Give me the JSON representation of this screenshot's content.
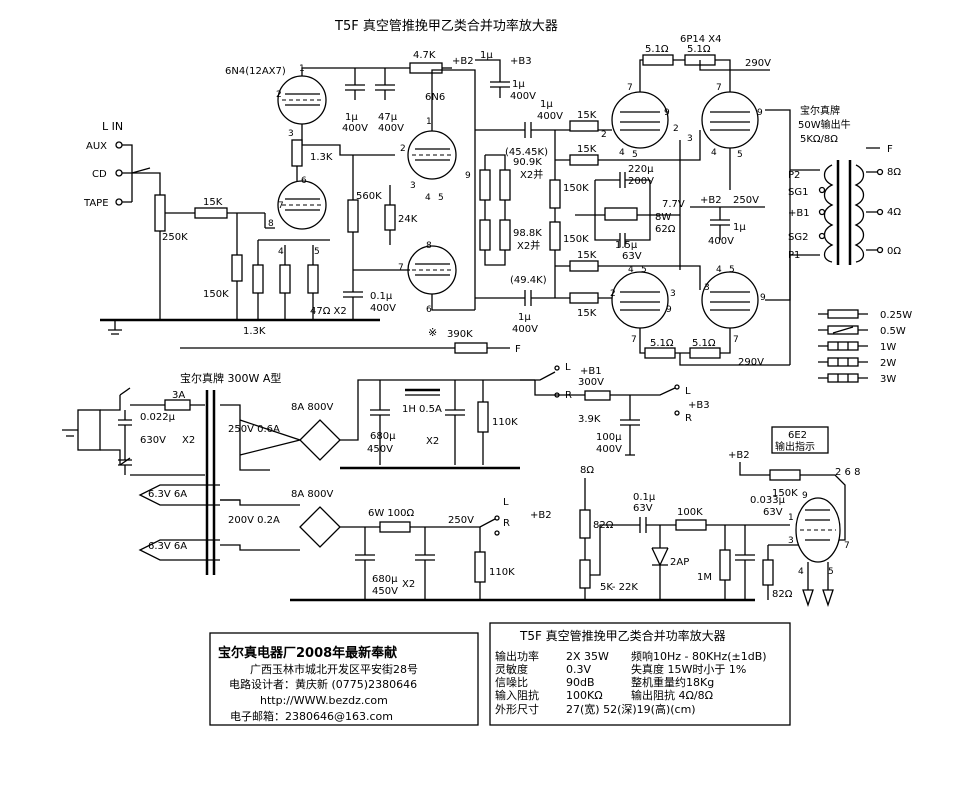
{
  "title": "T5F  真空管推挽甲乙类合并功率放大器",
  "input": {
    "label": "L IN",
    "sources": [
      "AUX",
      "CD",
      "TAPE"
    ],
    "volume_pot": "250K",
    "series_resistor": "15K"
  },
  "preamp": {
    "tube1": "6N4(12AX7)",
    "tube2": "6N6",
    "r_plate": "4.7K",
    "b2": "+B2",
    "b3": "+B3",
    "cap1": "1μ",
    "cap1v": "400V",
    "cap2": "47μ",
    "cap2v": "400V",
    "cap3": "1μ",
    "cap3v": "400V",
    "r13k": "1.3K",
    "r560k": "560K",
    "r24k": "24K",
    "r150k": "150K",
    "r13k_b": "1.3K",
    "r47": "47Ω X2",
    "c01": "0.1μ",
    "c01v": "400V",
    "fb_r": "390K",
    "fb_f": "F",
    "fb_mark": "※"
  },
  "phase": {
    "c_top": "1μ",
    "c_topv": "400V",
    "c_bot": "1μ",
    "c_botv": "400V",
    "r_top": "(45.45K)",
    "r_top2": "90.9K",
    "r_top3": "X2并",
    "r_bot": "98.8K",
    "r_bot2": "X2并",
    "r_bot3": "(49.4K)",
    "r150a": "150K",
    "r150b": "150K"
  },
  "output": {
    "tubes": "6P14 X4",
    "r51": [
      "5.1Ω",
      "5.1Ω",
      "5.1Ω",
      "5.1Ω"
    ],
    "v290a": "290V",
    "v290b": "290V",
    "r15k": [
      "15K",
      "15K",
      "15K",
      "15K"
    ],
    "c220": "220μ",
    "c220v": "200V",
    "v77": "7.7V",
    "r62": "8W",
    "r62b": "62Ω",
    "c15": "1.5μ",
    "c15v": "63V",
    "b2": "+B2",
    "v250": "250V",
    "c1u": "1μ",
    "c1uv": "400V",
    "pins": [
      "1",
      "2",
      "3",
      "4",
      "5",
      "6",
      "7",
      "8",
      "9"
    ]
  },
  "transformer_out": {
    "brand": "宝尔真牌",
    "spec": "50W输出牛",
    "imp": "5KΩ/8Ω",
    "taps_left": [
      "P2",
      "SG1",
      "+B1",
      "SG2",
      "P1"
    ],
    "taps_right": [
      "F",
      "8Ω",
      "4Ω",
      "0Ω"
    ]
  },
  "legend": [
    "0.25W",
    "0.5W",
    "1W",
    "2W",
    "3W"
  ],
  "psu": {
    "brand": "宝尔真牌 300W A型",
    "fuse": "3A",
    "cap_ac": "0.022μ",
    "cap_acv": "630V",
    "cap_acx": "X2",
    "sec1": "250V 0.6A",
    "bridge1": "8A 800V",
    "choke": "1H 0.5A",
    "c680a": "680μ",
    "c680av": "450V",
    "c680ax": "X2",
    "r110a": "110K",
    "b1": "+B1",
    "b1v": "300V",
    "l": "L",
    "r": "R",
    "r39": "3.9K",
    "b3": "+B3",
    "c100": "100μ",
    "c100v": "400V",
    "fil1": "6.3V 6A",
    "fil2": "6.3V 6A",
    "sec2": "200V 0.2A",
    "bridge2": "8A 800V",
    "r100": "6W 100Ω",
    "v250": "250V",
    "b2": "+B2",
    "c680b": "680μ",
    "c680bv": "450V",
    "c680bx": "X2",
    "r110b": "110K"
  },
  "indicator": {
    "tube": "6E2",
    "label": "输出指示",
    "b2": "+B2",
    "pins": "2 6 8",
    "r150": "150K",
    "c01": "0.1μ",
    "c01v": "63V",
    "r100k": "100K",
    "c033": "0.033μ",
    "c033v": "63V",
    "r8": "8Ω",
    "r82": "82Ω",
    "pot": "5K- 22K",
    "diode": "2AP",
    "r1m": "1M",
    "r82b": "82Ω"
  },
  "maker": {
    "name": "宝尔真电器厂2008年最新奉献",
    "addr": "广西玉林市城北开发区平安街28号",
    "designer": "电路设计者：黄庆新  (0775)2380646",
    "web": "http://WWW.bezdz.com",
    "email": "电子邮箱：2380646@163.com"
  },
  "specs": {
    "title": "T5F  真空管推挽甲乙类合并功率放大器",
    "rows": [
      [
        "输出功率",
        "2X 35W",
        "频响10Hz - 80KHz(±1dB)"
      ],
      [
        "灵敏度",
        "0.3V",
        "失真度   15W时小于 1%"
      ],
      [
        "信噪比",
        "90dB",
        "整机重量约18Kg"
      ],
      [
        "输入阻抗",
        "100KΩ",
        "输出阻抗   4Ω/8Ω"
      ],
      [
        "外形尺寸",
        "27(宽) 52(深)19(高)(cm)",
        ""
      ]
    ]
  }
}
